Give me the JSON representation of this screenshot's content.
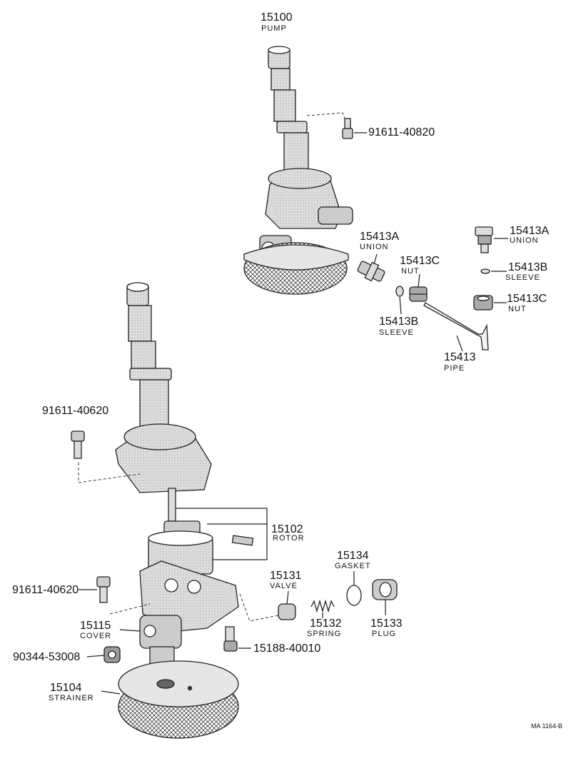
{
  "parts": {
    "pump": {
      "number": "15100",
      "name": "PUMP"
    },
    "bolt_upper": {
      "number": "91611-40820"
    },
    "union_1": {
      "number": "15413A",
      "name": "UNION"
    },
    "nut_1": {
      "number": "15413C",
      "name": "NUT"
    },
    "sleeve_1": {
      "number": "15413B",
      "name": "SLEEVE"
    },
    "pipe": {
      "number": "15413",
      "name": "PIPE"
    },
    "union_2": {
      "number": "15413A",
      "name": "UNION"
    },
    "sleeve_2": {
      "number": "15413B",
      "name": "SLEEVE"
    },
    "nut_2": {
      "number": "15413C",
      "name": "NUT"
    },
    "bolt_mid": {
      "number": "91611-40620"
    },
    "rotor": {
      "number": "15102",
      "name": "ROTOR"
    },
    "gasket": {
      "number": "15134",
      "name": "GASKET"
    },
    "valve": {
      "number": "15131",
      "name": "VALVE"
    },
    "bolt_low": {
      "number": "91611-40620"
    },
    "spring": {
      "number": "15132",
      "name": "SPRING"
    },
    "plug": {
      "number": "15133",
      "name": "PLUG"
    },
    "cover": {
      "number": "15115",
      "name": "COVER"
    },
    "bolt_cover": {
      "number": "15188-40010"
    },
    "nut_drain": {
      "number": "90344-53008"
    },
    "strainer": {
      "number": "15104",
      "name": "STRAINER"
    }
  },
  "figure_ref": "MA 1164-B",
  "colors": {
    "ink": "#222222",
    "body_shade": "#b8b8b8",
    "screen": "#8a8a8a"
  }
}
